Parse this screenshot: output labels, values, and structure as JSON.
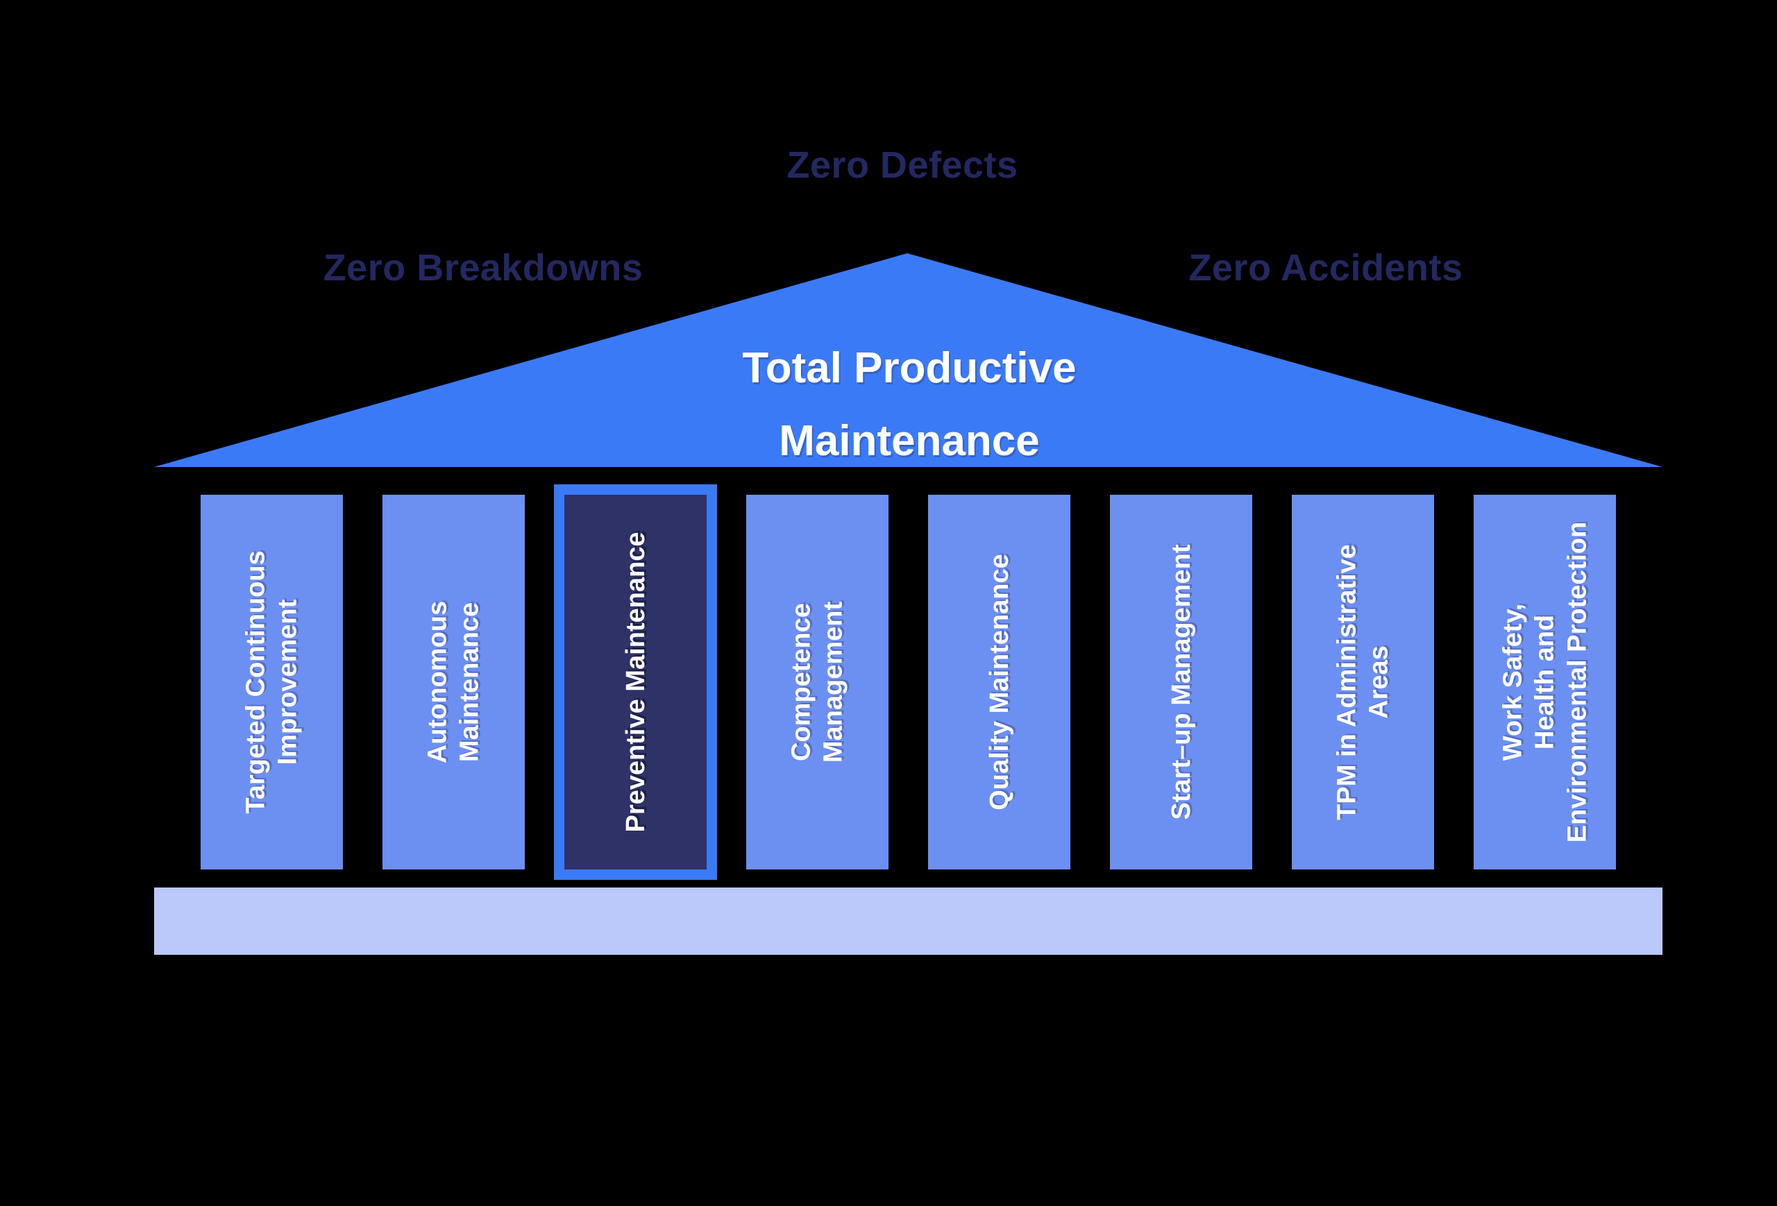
{
  "diagram_title": "Total Productive Maintenance",
  "goals": {
    "defects": "Zero Defects",
    "breakdowns": "Zero Breakdowns",
    "accidents": "Zero Accidents"
  },
  "roof": {
    "title": "Total Productive\nMaintenance"
  },
  "pillars": [
    {
      "label": "Targeted Continuous\nImprovement",
      "highlighted": false
    },
    {
      "label": "Autonomous\nMaintenance",
      "highlighted": false
    },
    {
      "label": "Preventive Maintenance",
      "highlighted": true
    },
    {
      "label": "Competence\nManagement",
      "highlighted": false
    },
    {
      "label": "Quality Maintenance",
      "highlighted": false
    },
    {
      "label": "Start–up Management",
      "highlighted": false
    },
    {
      "label": "TPM in Administrative\nAreas",
      "highlighted": false
    },
    {
      "label": "Work Safety,\nHealth and\nEnvironmental Protection",
      "highlighted": false
    }
  ],
  "colors": {
    "background": "#000000",
    "roof_blue": "#3b7af7",
    "pillar_blue": "#6c8ff2",
    "highlighted_pillar_fill": "#2e3267",
    "highlight_border": "#3b7af7",
    "foundation_bar": "#bac9f9",
    "goal_text": "#232861",
    "pillar_text": "#ffffff"
  }
}
